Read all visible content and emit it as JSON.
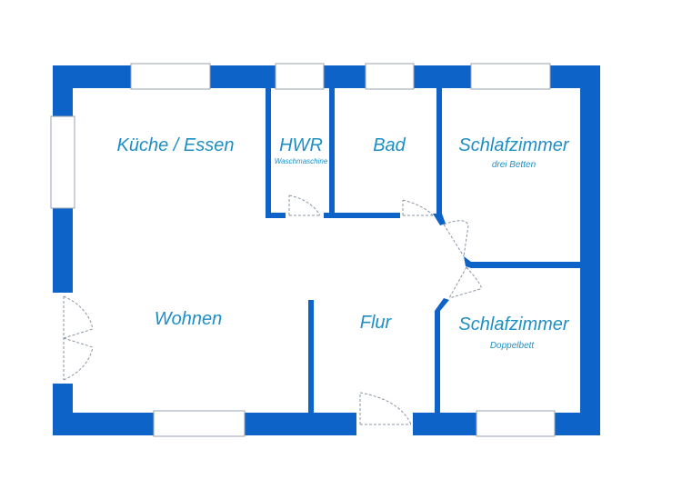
{
  "colors": {
    "wall": "#0d63c8",
    "window_border": "#9aa3b0",
    "door_line": "#8a96a6",
    "label": "#1e8fc4"
  },
  "rooms": {
    "kueche": {
      "label": "Küche / Essen"
    },
    "hwr": {
      "label": "HWR",
      "note": "Waschmaschine"
    },
    "bad": {
      "label": "Bad"
    },
    "schlaf1": {
      "label": "Schlafzimmer",
      "note": "drei Betten"
    },
    "wohnen": {
      "label": "Wohnen"
    },
    "flur": {
      "label": "Flur"
    },
    "schlaf2": {
      "label": "Schlafzimmer",
      "note": "Doppelbett"
    }
  }
}
